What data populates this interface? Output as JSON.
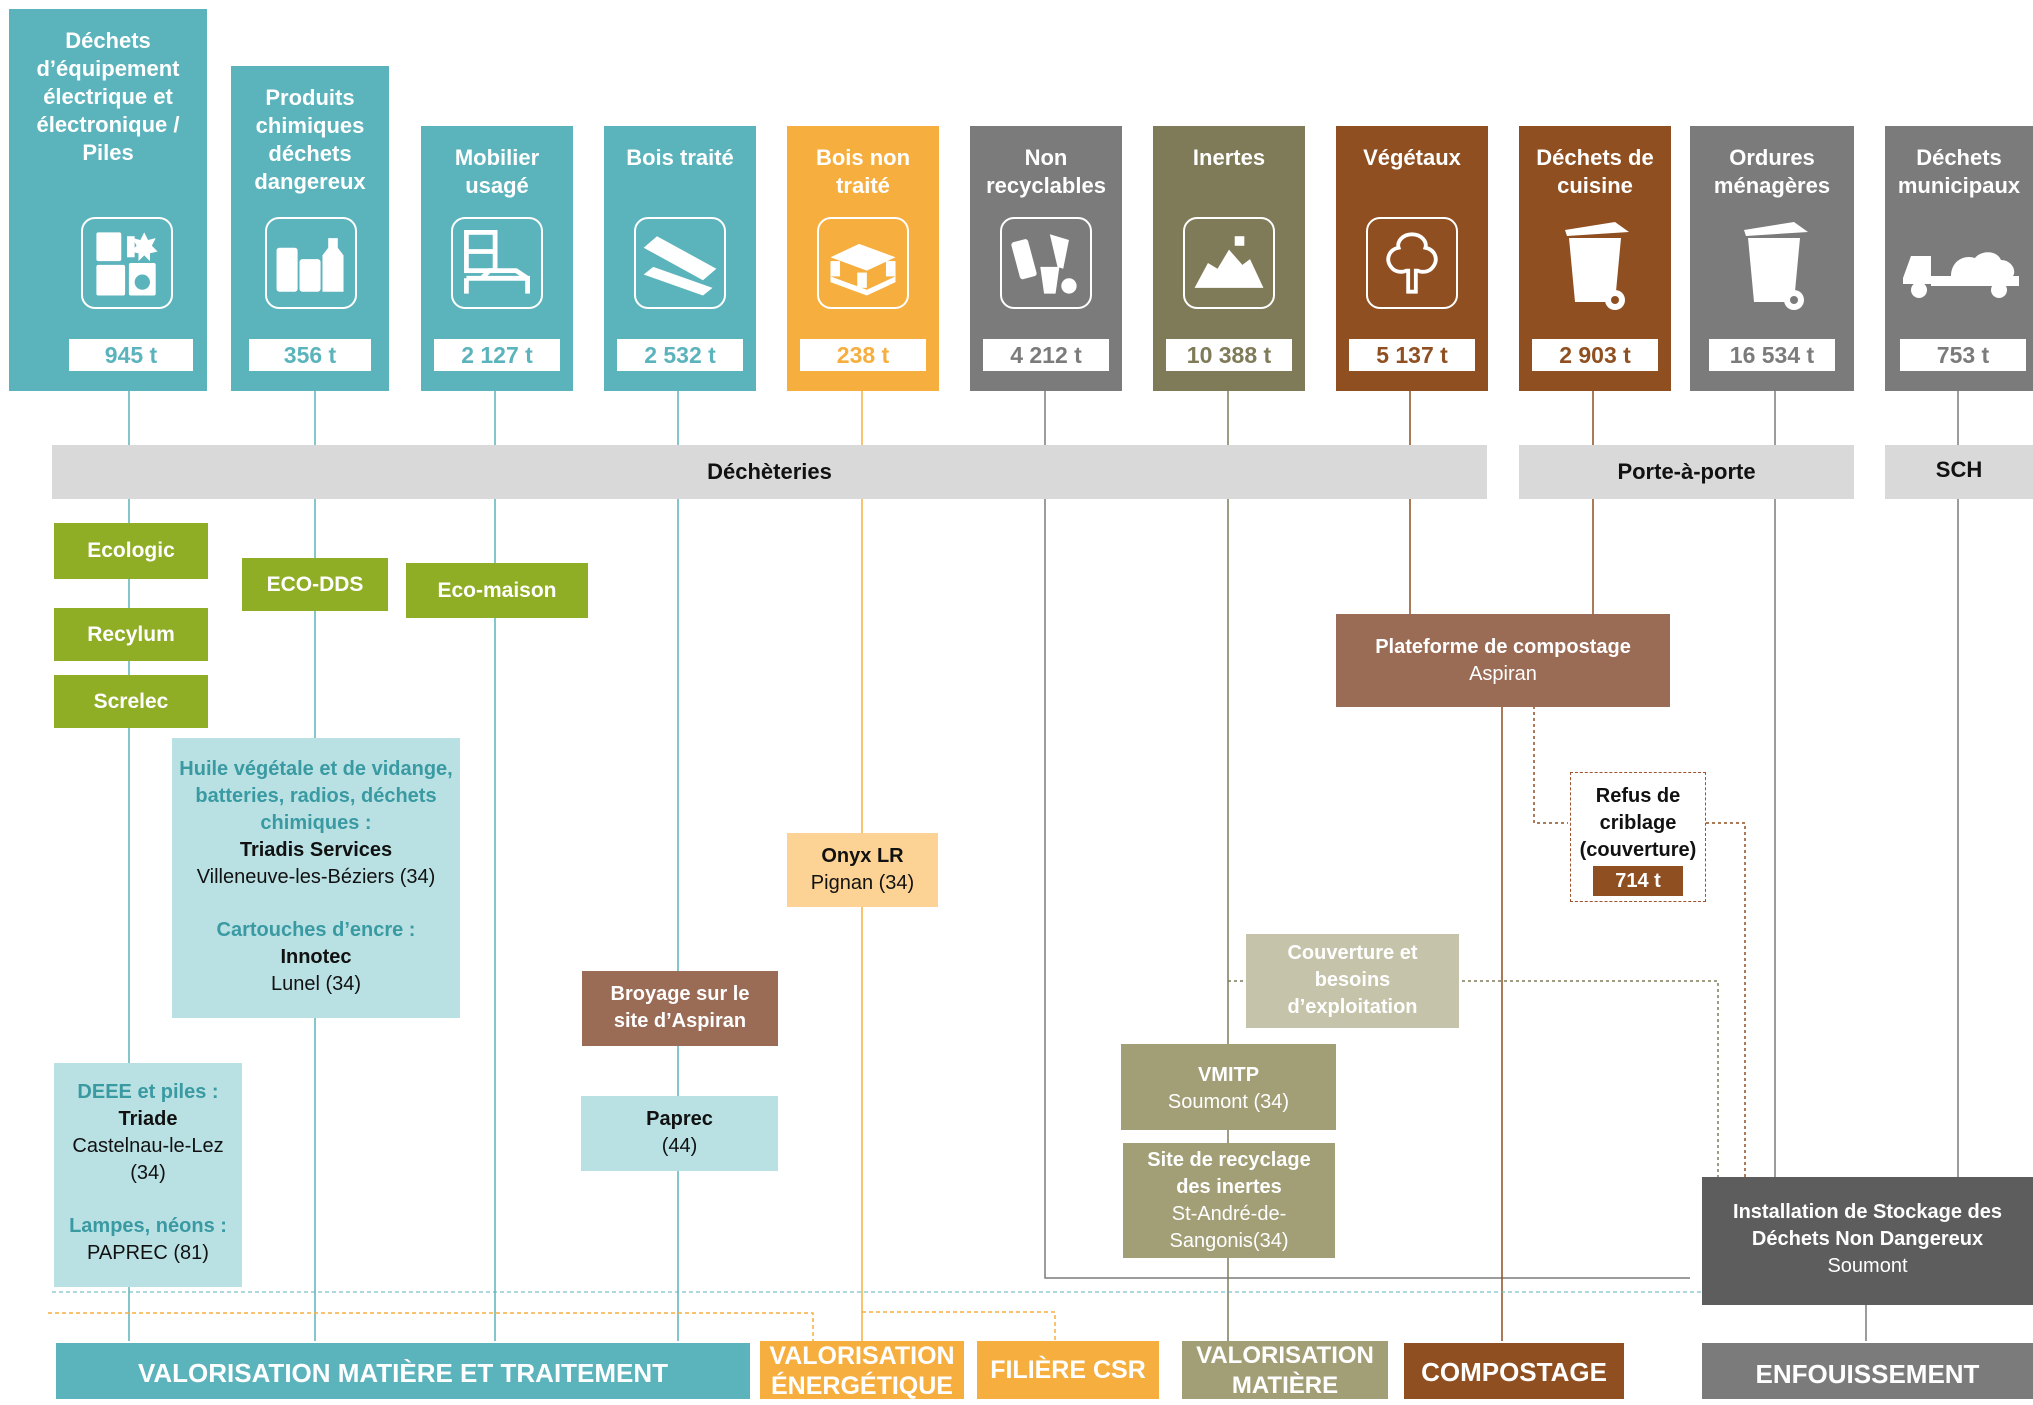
{
  "columns": [
    {
      "title": "Déchets d’équipement électrique et électronique / Piles",
      "quantity": "945 t",
      "icon": "appliances-icon",
      "color": "#5bb3bc"
    },
    {
      "title": "Produits chimiques déchets dangereux",
      "quantity": "356 t",
      "icon": "chemical-containers-icon",
      "color": "#5bb3bc"
    },
    {
      "title": "Mobilier usagé",
      "quantity": "2 127 t",
      "icon": "furniture-icon",
      "color": "#5bb3bc"
    },
    {
      "title": "Bois traité",
      "quantity": "2 532 t",
      "icon": "wood-beams-icon",
      "color": "#5bb3bc"
    },
    {
      "title": "Bois non traité",
      "quantity": "238 t",
      "icon": "pallet-icon",
      "color": "#f6ae3f"
    },
    {
      "title": "Non recyclables",
      "quantity": "4 212 t",
      "icon": "mixed-waste-icon",
      "color": "#7b7b7b"
    },
    {
      "title": "Inertes",
      "quantity": "10 388 t",
      "icon": "rubble-icon",
      "color": "#7f7b58"
    },
    {
      "title": "Végétaux",
      "quantity": "5 137 t",
      "icon": "tree-icon",
      "color": "#8f4f21"
    },
    {
      "title": "Déchets de cuisine",
      "quantity": "2 903 t",
      "icon": "brown-bin-icon",
      "color": "#8f4f21"
    },
    {
      "title": "Ordures ménagères",
      "quantity": "16 534 t",
      "icon": "grey-bin-icon",
      "color": "#7b7b7b"
    },
    {
      "title": "Déchets municipaux",
      "quantity": "753 t",
      "icon": "truck-icon",
      "color": "#7b7b7b"
    }
  ],
  "collection": {
    "decheteries": "Déchèteries",
    "porte_a_porte": "Porte-à-porte",
    "sch": "SCH"
  },
  "eco_organismes": {
    "ecologic": "Ecologic",
    "recylum": "Recylum",
    "screlec": "Screlec",
    "eco_dds": "ECO-DDS",
    "eco_maison": "Eco-maison"
  },
  "treatment": {
    "chemicals_heading": "Huile végétale et de vidange, batteries, radios, déchets chimiques :",
    "chemicals_company": "Triadis Services",
    "chemicals_place": "Villeneuve-les-Béziers (34)",
    "ink_heading": "Cartouches d’encre :",
    "ink_company": "Innotec",
    "ink_place": "Lunel (34)",
    "deee_heading": "DEEE et piles :",
    "deee_company": "Triade",
    "deee_place": "Castelnau-le-Lez (34)",
    "lamps_heading": "Lampes, néons :",
    "lamps_place": "PAPREC (81)",
    "broyage": "Broyage sur le site d’Aspiran",
    "paprec_name": "Paprec",
    "paprec_place": "(44)",
    "onyx_name": "Onyx LR",
    "onyx_place": "Pignan (34)",
    "compost_name": "Plateforme de compostage",
    "compost_place": "Aspiran",
    "refus_label": "Refus de criblage (couverture)",
    "refus_qty": "714 t",
    "couverture": "Couverture et besoins d’exploitation",
    "vmitp_name": "VMITP",
    "vmitp_place": "Soumont (34)",
    "inertes_site_name": "Site de recyclage des inertes",
    "inertes_site_place": "St-André-de-Sangonis(34)",
    "isdnd_name": "Installation de Stockage des Déchets Non Dangereux",
    "isdnd_place": "Soumont"
  },
  "destinations": {
    "matiere_traitement": "VALORISATION MATIÈRE ET TRAITEMENT",
    "energetique": "VALORISATION ÉNERGÉTIQUE",
    "csr": "FILIÈRE CSR",
    "matiere": "VALORISATION MATIÈRE",
    "compostage": "COMPOSTAGE",
    "enfouissement": "ENFOUISSEMENT"
  },
  "colors": {
    "teal": "#5bb3bc",
    "orange": "#f6ae3f",
    "grey": "#7b7b7b",
    "olive": "#7f7b58",
    "brown": "#8f4f21",
    "green": "#8fad25",
    "light_blue": "#b9e1e4",
    "dark_grey": "#5d5d5d"
  }
}
